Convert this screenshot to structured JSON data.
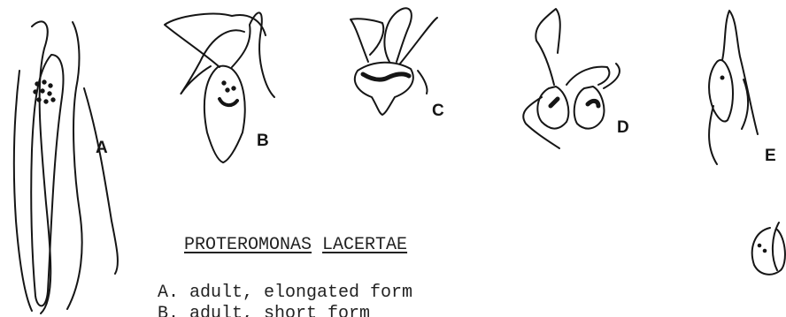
{
  "figure": {
    "title_part1": "PROTEROMONAS",
    "title_part2": "LACERTAE",
    "panels": [
      "A",
      "B",
      "C",
      "D",
      "E"
    ],
    "legend": [
      "A. adult, elongated form",
      "B. adult, short form"
    ]
  }
}
